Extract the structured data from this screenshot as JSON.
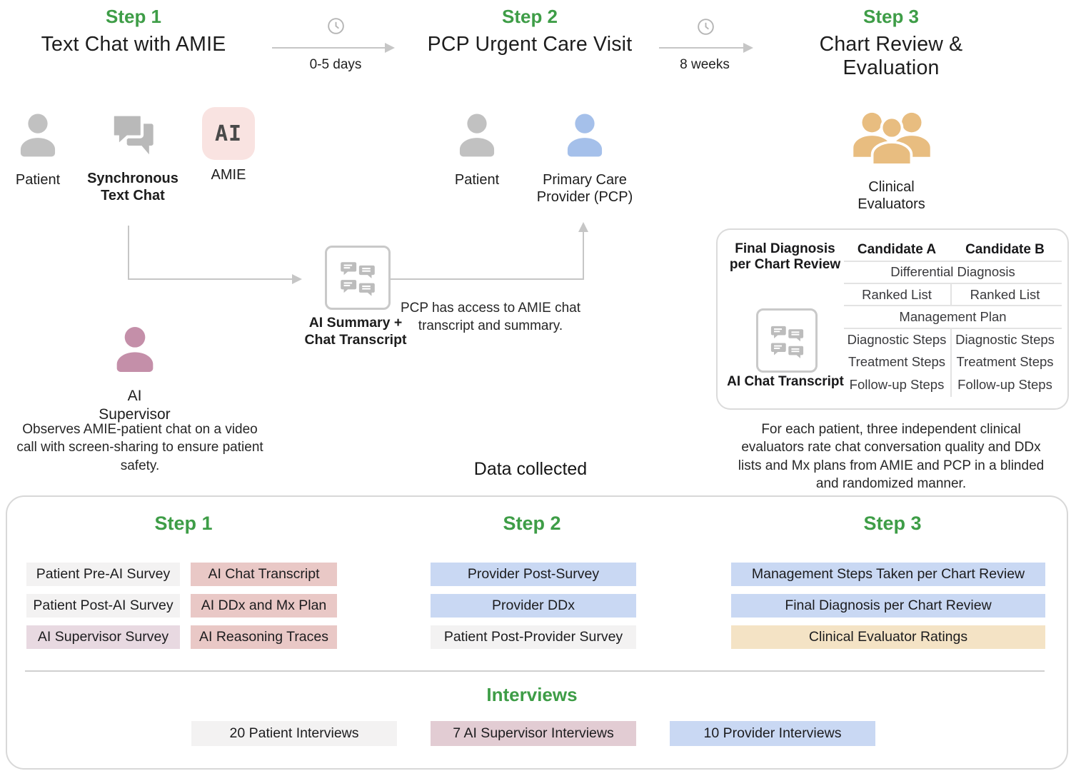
{
  "colors": {
    "accent_green": "#3e9d47",
    "pill_gray": "#f3f2f2",
    "pill_pink": "#e9c8c6",
    "pill_mauve": "#e8d9e1",
    "pill_rose": "#e2ccd3",
    "pill_blue": "#c9d8f3",
    "pill_tan": "#f4e3c5",
    "patient_gray": "#c1c1c1",
    "pcp_blue": "#a5c0ea",
    "supervisor_mauve": "#c48fa9",
    "evaluator_tan": "#e8bd80",
    "amie_chip_pink": "#f9e3e1"
  },
  "header": {
    "steps": [
      {
        "step": "Step 1",
        "title": "Text Chat with AMIE"
      },
      {
        "step": "Step 2",
        "title": "PCP Urgent Care Visit"
      },
      {
        "step": "Step 3",
        "title": "Chart Review & Evaluation"
      }
    ],
    "gaps": [
      {
        "duration": "0-5 days"
      },
      {
        "duration": "8 weeks"
      }
    ]
  },
  "actors": {
    "patient_step1": "Patient",
    "sync_chat": "Synchronous Text Chat",
    "amie_badge": "AI",
    "amie": "AMIE",
    "patient_step2": "Patient",
    "pcp": "Primary Care Provider (PCP)",
    "evaluators": "Clinical Evaluators",
    "supervisor": "AI Supervisor"
  },
  "flow": {
    "summary_label": "AI Summary + Chat Transcript",
    "pcp_note": "PCP has access to AMIE chat transcript and summary.",
    "supervisor_note": "Observes AMIE-patient chat on a video call with screen-sharing to ensure patient safety."
  },
  "review": {
    "header": "Final Diagnosis per Chart Review",
    "candidate_a": "Candidate A",
    "candidate_b": "Candidate B",
    "differential": "Differential Diagnosis",
    "ranked_a": "Ranked List",
    "ranked_b": "Ranked List",
    "management": "Management Plan",
    "diagnostic_a": "Diagnostic Steps",
    "diagnostic_b": "Diagnostic Steps",
    "treatment_a": "Treatment Steps",
    "treatment_b": "Treatment Steps",
    "followup_a": "Follow-up Steps",
    "followup_b": "Follow-up Steps",
    "transcript_label": "AI Chat Transcript",
    "note": "For each patient, three independent clinical evaluators rate chat conversation quality and DDx lists and Mx plans from AMIE and PCP in a blinded and randomized manner."
  },
  "collected": {
    "title": "Data collected",
    "step1": {
      "label": "Step 1",
      "col1": [
        "Patient Pre-AI Survey",
        "Patient Post-AI Survey",
        "AI Supervisor Survey"
      ],
      "col2": [
        "AI Chat Transcript",
        "AI DDx and Mx Plan",
        "AI Reasoning Traces"
      ]
    },
    "step2": {
      "label": "Step 2",
      "items": [
        "Provider Post-Survey",
        "Provider DDx",
        "Patient Post-Provider Survey"
      ]
    },
    "step3": {
      "label": "Step 3",
      "items": [
        "Management Steps Taken per Chart Review",
        "Final Diagnosis per Chart Review",
        "Clinical Evaluator Ratings"
      ]
    },
    "interviews": {
      "title": "Interviews",
      "items": [
        "20 Patient Interviews",
        "7 AI Supervisor Interviews",
        "10 Provider Interviews"
      ]
    }
  }
}
